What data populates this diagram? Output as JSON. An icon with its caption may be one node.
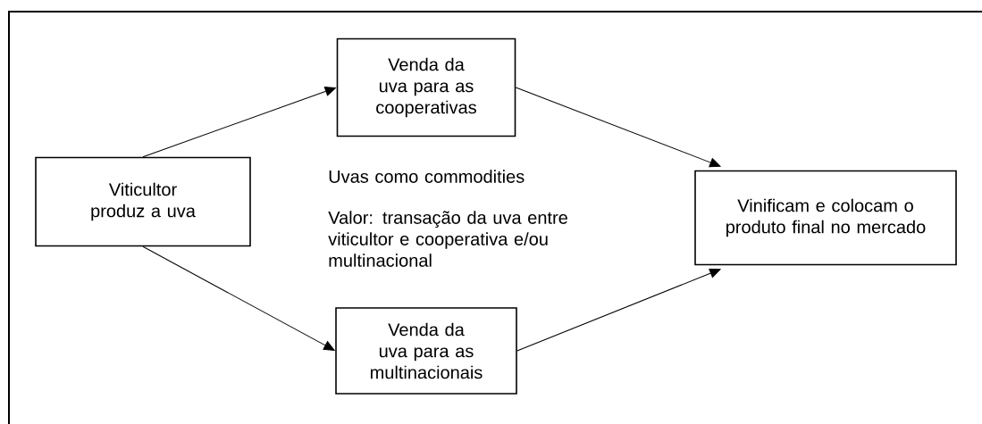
{
  "diagram": {
    "nodes": [
      {
        "text": [
          "Viticultor produz a uva"
        ]
      },
      {
        "text": [
          "Venda da uva para as cooperativas"
        ]
      },
      {
        "text": [
          "Venda da uva para as multinacionais"
        ]
      },
      {
        "text": [
          "Vinificam e colocam o produto final no mercado"
        ]
      }
    ],
    "edges": [
      {
        "from": 0,
        "to": 1,
        "arrow": "to"
      },
      {
        "from": 0,
        "to": 2,
        "arrow": "to"
      },
      {
        "from": 1,
        "to": 3,
        "arrow": "to"
      },
      {
        "from": 2,
        "to": 3,
        "arrow": "to"
      }
    ],
    "labels": [
      "Uvas como commodities",
      "Valor: transação da uva entre viticultor e cooperativa e/ou multinacional"
    ]
  }
}
